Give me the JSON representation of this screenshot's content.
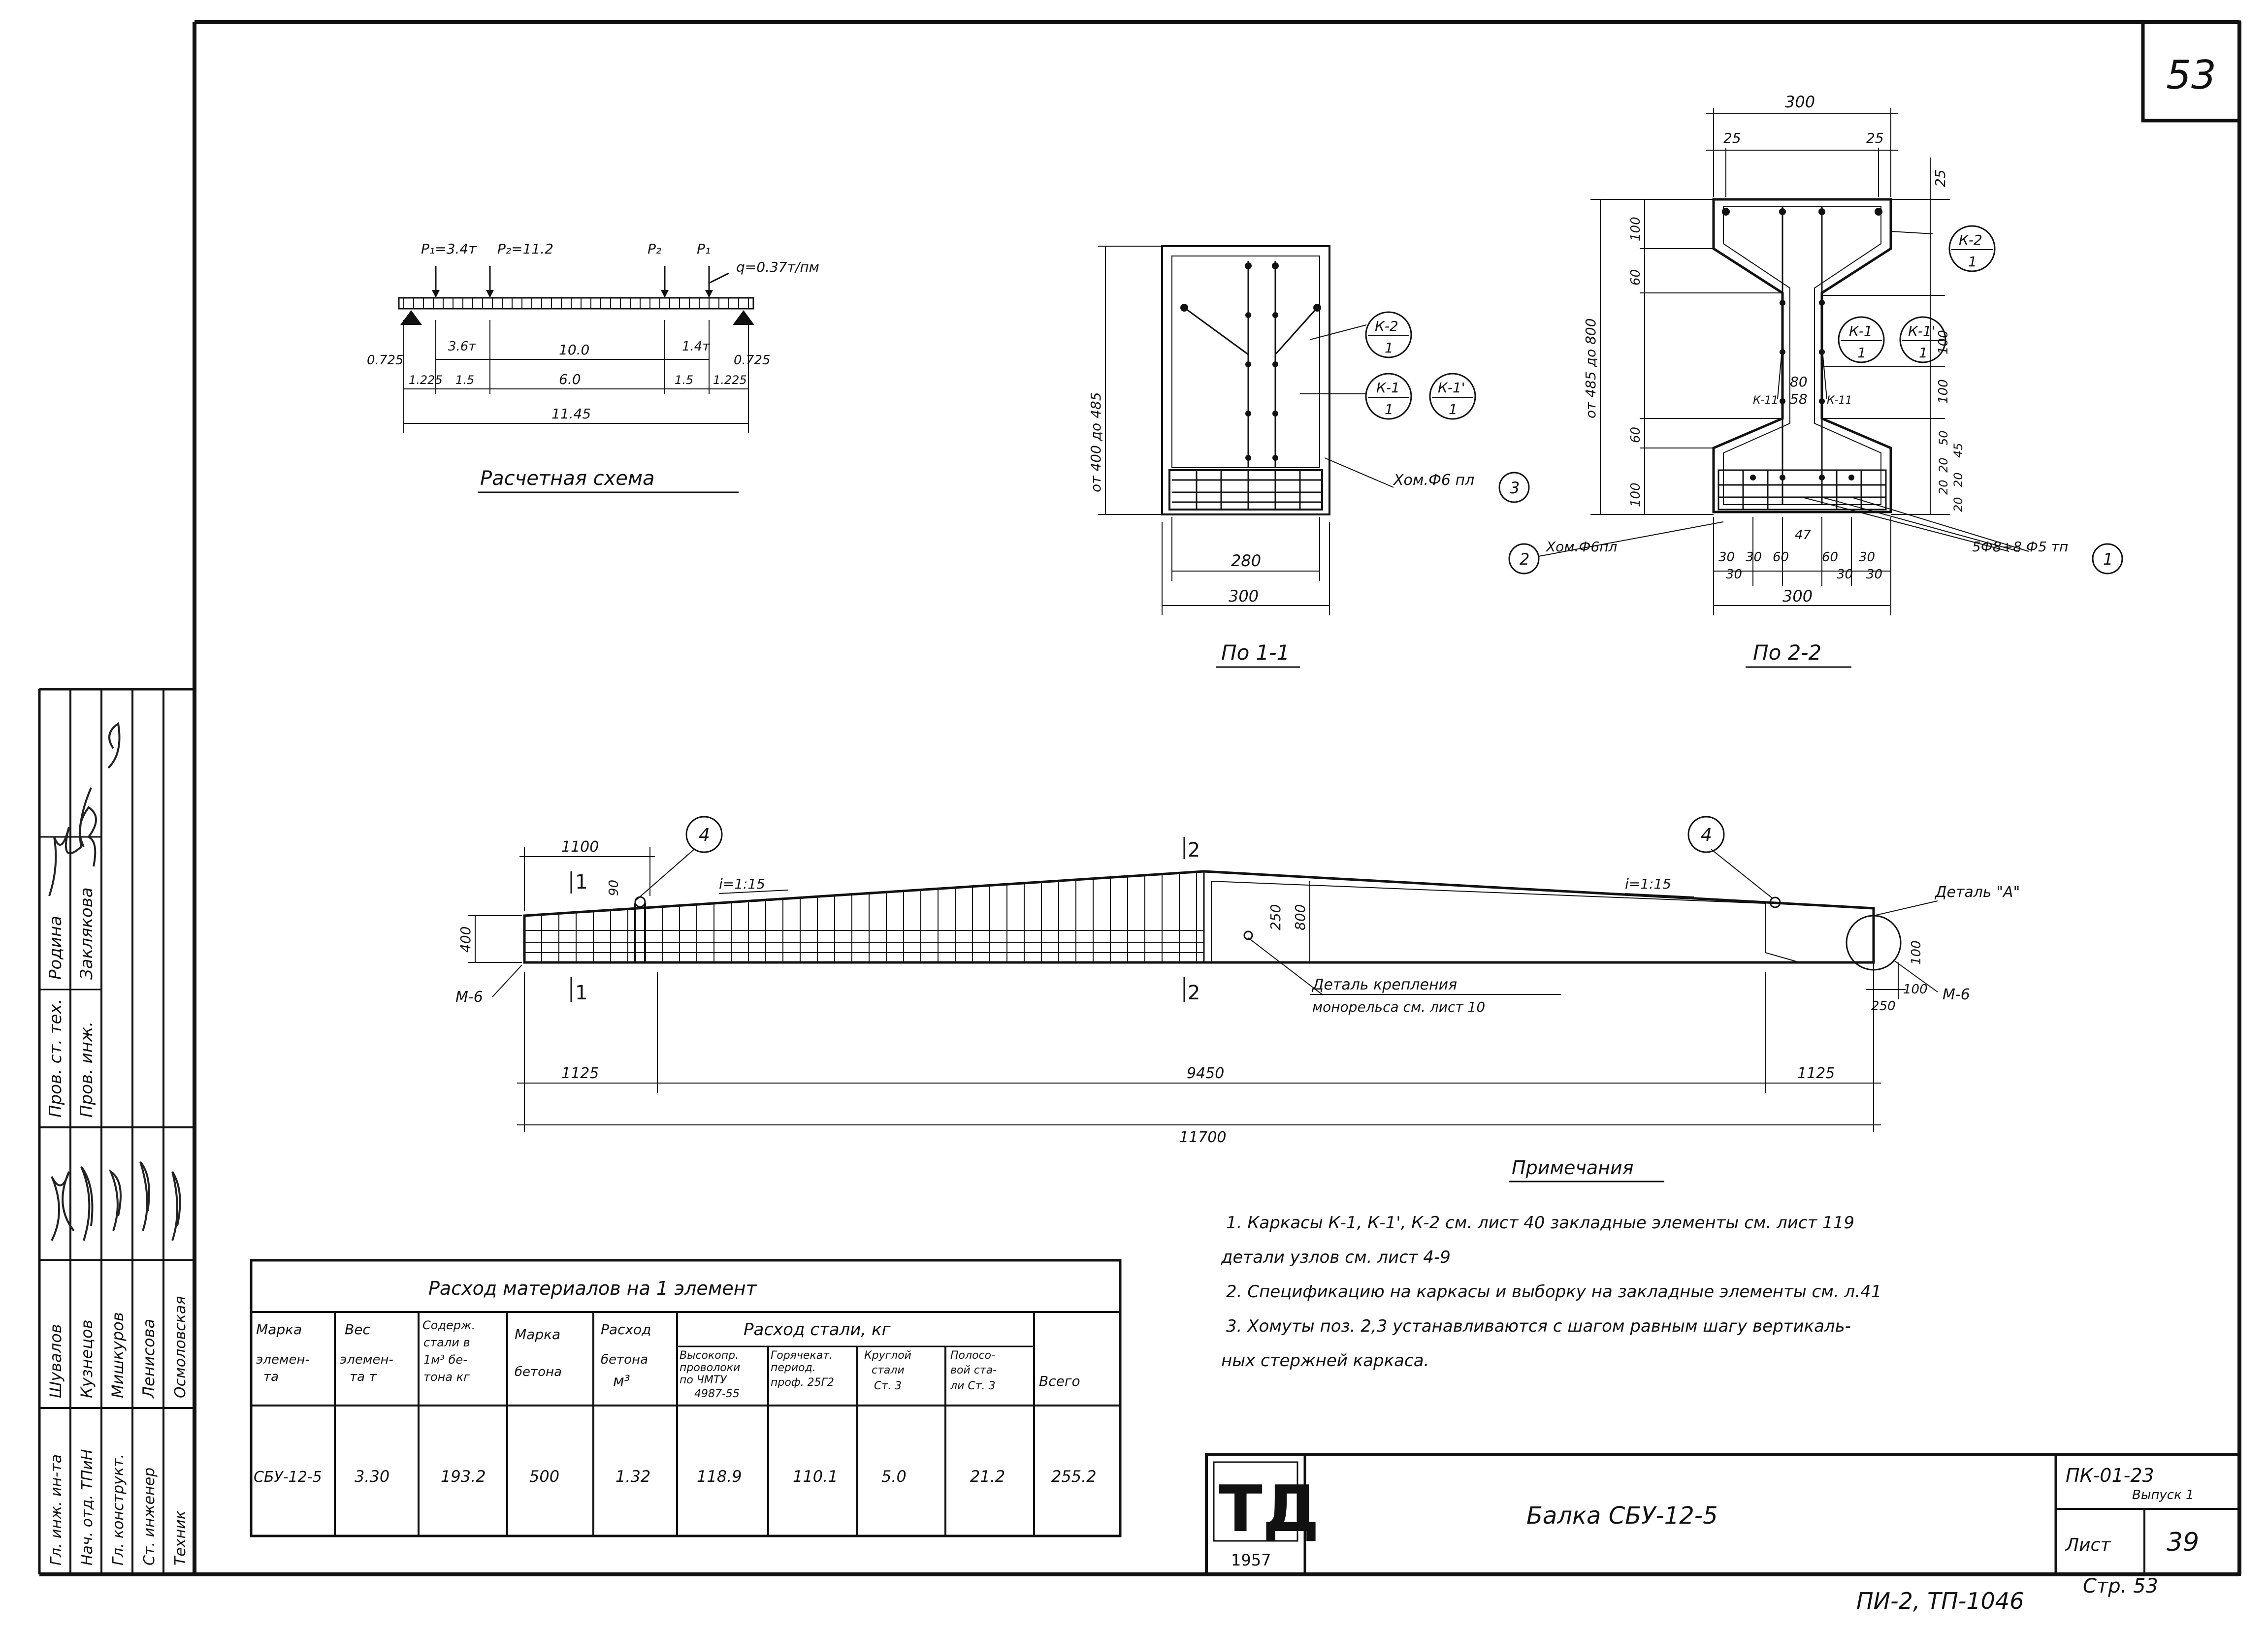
{
  "sheet": {
    "page_number": "53",
    "footer_handwritten": "ПИ-2, ТП-1046",
    "footer_page": "Стр. 53"
  },
  "title_block": {
    "logo": "ТД",
    "year": "1957",
    "title": "Балка СБУ-12-5",
    "series": "ПК-01-23",
    "issue": "Выпуск 1",
    "sheet_label": "Лист",
    "sheet_number": "39"
  },
  "side_stamp": {
    "roles": [
      "Гл. инж. ин-та",
      "Нач. отд. ТПиН",
      "Гл. конструкт.",
      "Ст. инженер",
      "Техник"
    ],
    "names": [
      "Шувалов",
      "Кузнецов",
      "Мишкуров",
      "Ленисова",
      "Осмоловская"
    ],
    "roles_upper": [
      "Пров. ст. тех.",
      "Пров. инж."
    ],
    "names_upper": [
      "Родина",
      "Заклякова"
    ]
  },
  "calc_scheme": {
    "title": "Расчетная схема",
    "loads": [
      "P₁=3.4т",
      "P₂=11.2",
      "P₂",
      "P₁"
    ],
    "q": "q=0.37т/пм",
    "left": [
      "0.725",
      "3.6т",
      "1.225",
      "1.5"
    ],
    "mid": [
      "10.0",
      "6.0"
    ],
    "right": [
      "1.4т",
      "0.725",
      "1.5",
      "1.225"
    ],
    "total": "11.45"
  },
  "section_1": {
    "caption": "По 1-1",
    "height": "от 400 до 485",
    "width_inner": "280",
    "width_outer": "300",
    "frames": [
      "К-2",
      "К-1",
      "К-1'"
    ],
    "frame_sub": "1",
    "stirrup": "Хом.Ф6 пл",
    "stirrup_pos": "3"
  },
  "section_2": {
    "caption": "По 2-2",
    "top_width": "300",
    "flange_edges": [
      "25",
      "25"
    ],
    "top_right": "25",
    "height": "от 485 до 800",
    "left_dims": [
      "100",
      "60",
      "60",
      "100"
    ],
    "web": [
      "80",
      "58"
    ],
    "web_marks": [
      "К-11",
      "К-11"
    ],
    "right_dims": [
      "100",
      "100",
      "50",
      "20",
      "20",
      "45",
      "20",
      "20"
    ],
    "frames": [
      "К-2",
      "К-1",
      "К-1'"
    ],
    "frame_sub": "1",
    "bottom_dims": [
      "30",
      "30",
      "60",
      "60",
      "30",
      "30",
      "30",
      "30"
    ],
    "bottom_center": "47",
    "bottom_width": "300",
    "stirrup": "Хом.Ф6пл",
    "stirrup_pos": "2",
    "bars": "5Ф8+8 Ф5 тп",
    "bars_pos": "1"
  },
  "elevation": {
    "dims_top_left": "1100",
    "dim_90": "90",
    "slope_left": "i=1:15",
    "slope_right": "i=1:15",
    "left_height": "400",
    "mid_dims": [
      "250",
      "800"
    ],
    "cut_1": "1",
    "cut_2": "2",
    "callout": "4",
    "detail_a": "Деталь \"А\"",
    "detail_100a": "100",
    "detail_100b": "100",
    "detail_250": "250",
    "m6": "М-6",
    "mount_detail_1": "Деталь крепления",
    "mount_detail_2": "монорельса см. лист 10",
    "bottom_dims": [
      "1125",
      "9450",
      "1125"
    ],
    "total": "11700"
  },
  "notes": {
    "title": "Примечания",
    "lines": [
      "1. Каркасы К-1, К-1', К-2 см. лист 40 закладные элементы см. лист 119",
      "детали узлов см. лист 4-9",
      "2. Спецификацию на каркасы и выборку на закладные элементы см. л.41",
      "3. Хомуты поз. 2,3 устанавливаются с шагом равным шагу вертикаль-",
      "ных стержней каркаса."
    ]
  },
  "materials_table": {
    "title": "Расход материалов на 1 элемент",
    "steel_group": "Расход стали, кг",
    "headers": [
      [
        "Марка",
        "элемен-",
        "та"
      ],
      [
        "Вес",
        "элемен-",
        "та т"
      ],
      [
        "Содерж.",
        "стали в",
        "1м³ бе-",
        "тона кг"
      ],
      [
        "Марка",
        "бетона"
      ],
      [
        "Расход",
        "бетона",
        "м³"
      ],
      [
        "Высокопр.",
        "проволоки",
        "по ЧМТУ",
        "4987-55"
      ],
      [
        "Горячекат.",
        "период.",
        "проф. 25Г2"
      ],
      [
        "Круглой",
        "стали",
        "Ст. 3"
      ],
      [
        "Полосо-",
        "вой ста-",
        "ли Ст. 3"
      ],
      [
        "Всего"
      ]
    ],
    "row": [
      "СБУ-12-5",
      "3.30",
      "193.2",
      "500",
      "1.32",
      "118.9",
      "110.1",
      "5.0",
      "21.2",
      "255.2"
    ]
  }
}
